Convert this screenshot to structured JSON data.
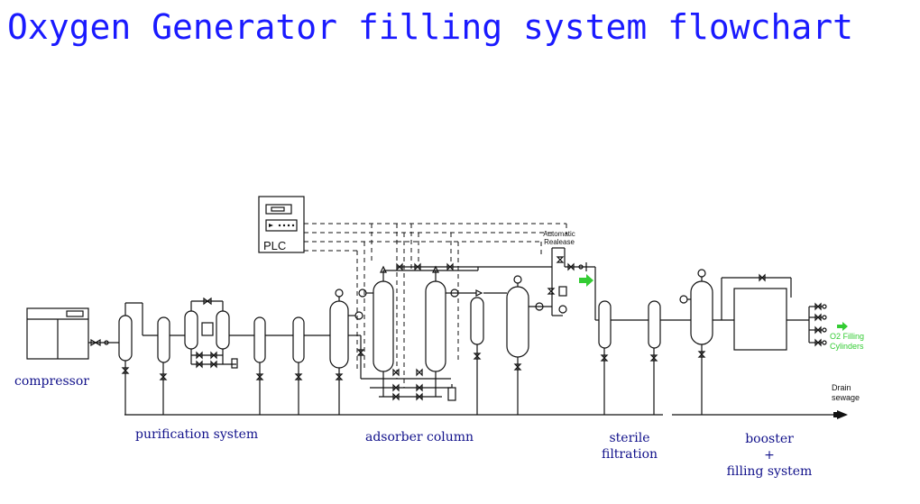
{
  "title": "Oxygen Generator filling system flowchart",
  "plc_label": "PLC",
  "auto_release": [
    "Automatic",
    "Realease"
  ],
  "o2_filling": [
    "O2 Filling",
    "Cylinders"
  ],
  "drain": [
    "Drain",
    "sewage"
  ],
  "stages": {
    "compressor": "compressor",
    "purification": "purification system",
    "adsorber": "adsorber column",
    "sterile": [
      "sterile",
      "filtration"
    ],
    "booster": [
      "booster",
      "+",
      "filling system"
    ]
  },
  "colors": {
    "title": "#1a1aff",
    "labels": "#10108a",
    "green": "#33cc33"
  }
}
